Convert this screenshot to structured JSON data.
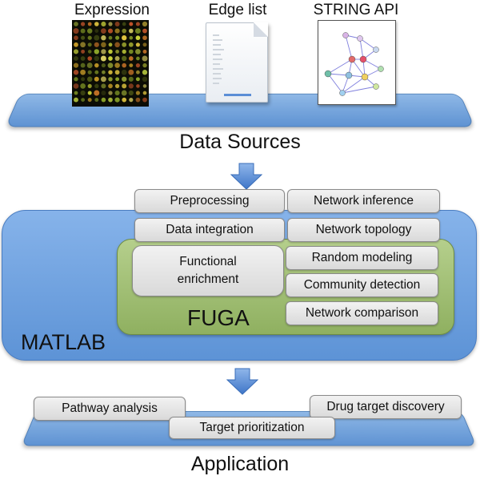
{
  "sources": {
    "expression": "Expression",
    "edge_list": "Edge list",
    "string_api": "STRING API",
    "title": "Data Sources"
  },
  "matlab": {
    "label": "MATLAB",
    "modules": {
      "preprocessing": "Preprocessing",
      "network_inference": "Network inference",
      "data_integration": "Data integration",
      "network_topology": "Network topology"
    }
  },
  "fuga": {
    "label": "FUGA",
    "modules": {
      "functional_enrichment": "Functional enrichment",
      "random_modeling": "Random modeling",
      "community_detection": "Community detection",
      "network_comparison": "Network comparison"
    }
  },
  "application": {
    "title": "Application",
    "items": {
      "pathway_analysis": "Pathway analysis",
      "drug_target_discovery": "Drug target discovery",
      "target_prioritization": "Target prioritization"
    }
  },
  "colors": {
    "platform_blue": "#6f9fdc",
    "matlab_blue": "#6d9fdf",
    "fuga_green": "#9dbb6e",
    "pill_gray": "#e3e3e3",
    "arrow_blue": "#5b8fd6"
  }
}
